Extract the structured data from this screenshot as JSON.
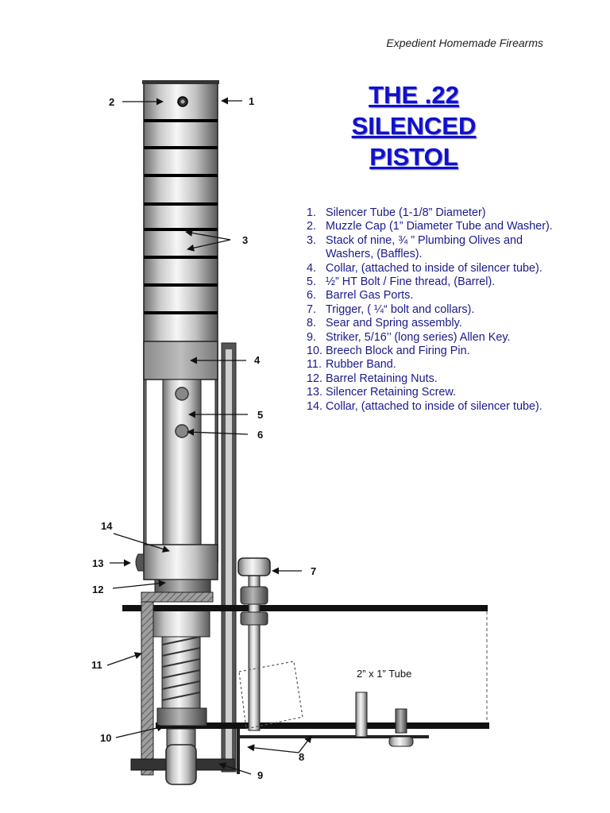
{
  "header": "Expedient Homemade Firearms",
  "title_lines": [
    "THE .22",
    "SILENCED",
    "PISTOL"
  ],
  "parts": [
    {
      "num": "1.",
      "text": "Silencer Tube (1-1/8” Diameter)"
    },
    {
      "num": "2.",
      "text": "Muzzle Cap (1” Diameter Tube and Washer)."
    },
    {
      "num": "3.",
      "text": "Stack of nine, ¾ ” Plumbing Olives and Washers,  (Baffles)."
    },
    {
      "num": "4.",
      "text": "Collar, (attached to inside of silencer tube)."
    },
    {
      "num": "5.",
      "text": "½” HT Bolt / Fine thread, (Barrel)."
    },
    {
      "num": "6.",
      "text": "Barrel Gas Ports."
    },
    {
      "num": "7.",
      "text": "Trigger, ( ¼“ bolt and collars)."
    },
    {
      "num": "8.",
      "text": "Sear and Spring assembly."
    },
    {
      "num": "9.",
      "text": "Striker, 5/16’’ (long series) Allen Key."
    },
    {
      "num": "10.",
      "text": "Breech Block and Firing Pin."
    },
    {
      "num": "11.",
      "text": "Rubber Band."
    },
    {
      "num": "12.",
      "text": "Barrel Retaining Nuts."
    },
    {
      "num": "13.",
      "text": "Silencer Retaining Screw."
    },
    {
      "num": "14.",
      "text": "Collar, (attached to inside of silencer tube)."
    }
  ],
  "callouts": [
    "1",
    "2",
    "3",
    "4",
    "5",
    "6",
    "7",
    "8",
    "9",
    "10",
    "11",
    "12",
    "13",
    "14"
  ],
  "tube_label": "2” x 1” Tube",
  "colors": {
    "title": "#1010d0",
    "list_text": "#1a1a8c"
  }
}
